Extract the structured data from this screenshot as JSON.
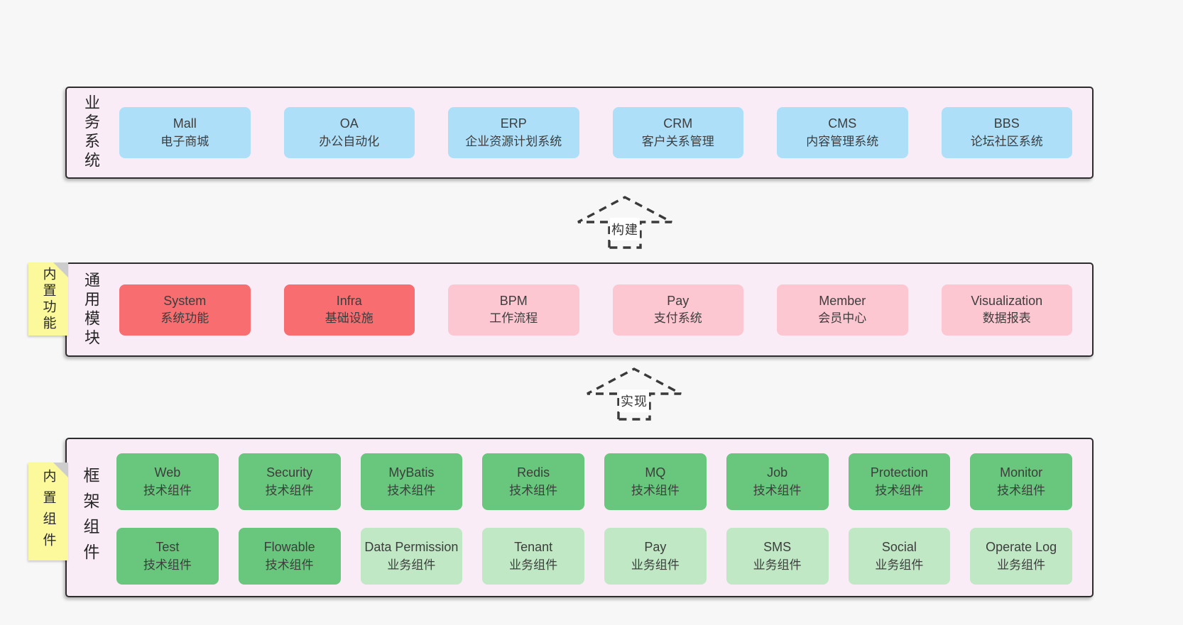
{
  "colors": {
    "page_bg": "#f7f7f7",
    "container_bg": "#f9ecf6",
    "container_border": "#2d2d2d",
    "blue": "#aedff9",
    "red": "#f76d70",
    "pink": "#fdc7d1",
    "green": "#68c77c",
    "light_green": "#c0e8c5",
    "sticky_yellow": "#fbf99b",
    "sticky_fold": "#cdcdcd",
    "arrow_stroke": "#3a3a3a"
  },
  "layers": {
    "business": {
      "side_label": "业务系统",
      "boxes": [
        {
          "title": "Mall",
          "subtitle": "电子商城",
          "variant": "blue"
        },
        {
          "title": "OA",
          "subtitle": "办公自动化",
          "variant": "blue"
        },
        {
          "title": "ERP",
          "subtitle": "企业资源计划系统",
          "variant": "blue"
        },
        {
          "title": "CRM",
          "subtitle": "客户关系管理",
          "variant": "blue"
        },
        {
          "title": "CMS",
          "subtitle": "内容管理系统",
          "variant": "blue"
        },
        {
          "title": "BBS",
          "subtitle": "论坛社区系统",
          "variant": "blue"
        }
      ]
    },
    "modules": {
      "side_label": "通用模块",
      "sticky_label": "内置功能",
      "boxes": [
        {
          "title": "System",
          "subtitle": "系统功能",
          "variant": "red"
        },
        {
          "title": "Infra",
          "subtitle": "基础设施",
          "variant": "red"
        },
        {
          "title": "BPM",
          "subtitle": "工作流程",
          "variant": "pink"
        },
        {
          "title": "Pay",
          "subtitle": "支付系统",
          "variant": "pink"
        },
        {
          "title": "Member",
          "subtitle": "会员中心",
          "variant": "pink"
        },
        {
          "title": "Visualization",
          "subtitle": "数据报表",
          "variant": "pink"
        }
      ]
    },
    "framework": {
      "side_label": "框架组件",
      "sticky_label": "内置组件",
      "row1": [
        {
          "title": "Web",
          "subtitle": "技术组件",
          "variant": "green"
        },
        {
          "title": "Security",
          "subtitle": "技术组件",
          "variant": "green"
        },
        {
          "title": "MyBatis",
          "subtitle": "技术组件",
          "variant": "green"
        },
        {
          "title": "Redis",
          "subtitle": "技术组件",
          "variant": "green"
        },
        {
          "title": "MQ",
          "subtitle": "技术组件",
          "variant": "green"
        },
        {
          "title": "Job",
          "subtitle": "技术组件",
          "variant": "green"
        },
        {
          "title": "Protection",
          "subtitle": "技术组件",
          "variant": "green"
        },
        {
          "title": "Monitor",
          "subtitle": "技术组件",
          "variant": "green"
        }
      ],
      "row2": [
        {
          "title": "Test",
          "subtitle": "技术组件",
          "variant": "green"
        },
        {
          "title": "Flowable",
          "subtitle": "技术组件",
          "variant": "green"
        },
        {
          "title": "Data Permission",
          "subtitle": "业务组件",
          "variant": "light_green"
        },
        {
          "title": "Tenant",
          "subtitle": "业务组件",
          "variant": "light_green"
        },
        {
          "title": "Pay",
          "subtitle": "业务组件",
          "variant": "light_green"
        },
        {
          "title": "SMS",
          "subtitle": "业务组件",
          "variant": "light_green"
        },
        {
          "title": "Social",
          "subtitle": "业务组件",
          "variant": "light_green"
        },
        {
          "title": "Operate Log",
          "subtitle": "业务组件",
          "variant": "light_green"
        }
      ]
    }
  },
  "arrows": {
    "build": {
      "label": "构建"
    },
    "implement": {
      "label": "实现"
    }
  }
}
